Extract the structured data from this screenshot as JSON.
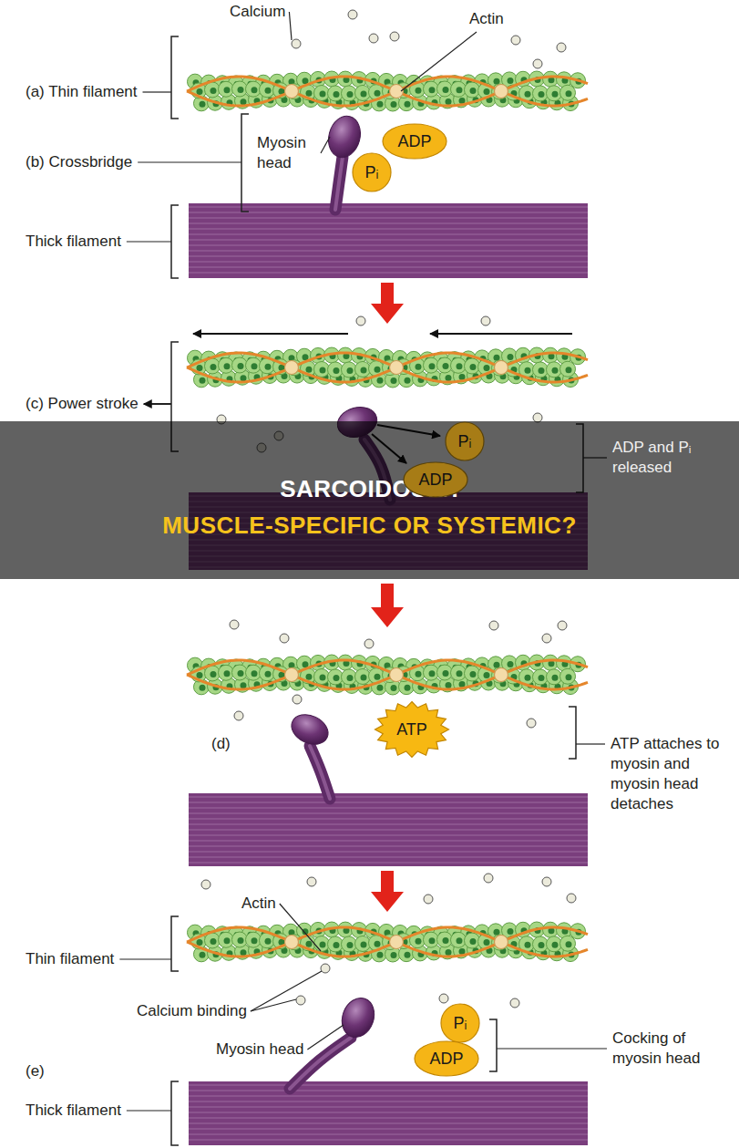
{
  "diagram": {
    "nodes": [
      {
        "text": [
          "ADP"
        ]
      },
      {
        "text": [
          "Pᵢ"
        ]
      },
      {
        "text": [
          "SARCOIDOSIS:",
          "MUSCLE-SPECIFIC OR SYSTEMIC?"
        ]
      },
      {
        "text": [
          "Pᵢ"
        ]
      },
      {
        "text": [
          "ADP"
        ]
      },
      {
        "text": [
          "ATP"
        ]
      },
      {
        "text": [
          "Pᵢ"
        ]
      },
      {
        "text": [
          "ADP"
        ]
      }
    ],
    "labels": [
      "Calcium",
      "Actin",
      "(a) Thin filament",
      "Myosin head",
      "(b) Crossbridge",
      "Thick filament",
      "(c) Power stroke",
      "ADP and Pᵢ released",
      "(d)",
      "ATP attaches to myosin and myosin head detaches",
      "Actin",
      "Thin filament",
      "Calcium binding",
      "Myosin head",
      "Cocking of myosin head",
      "(e)",
      "Thick filament"
    ]
  }
}
